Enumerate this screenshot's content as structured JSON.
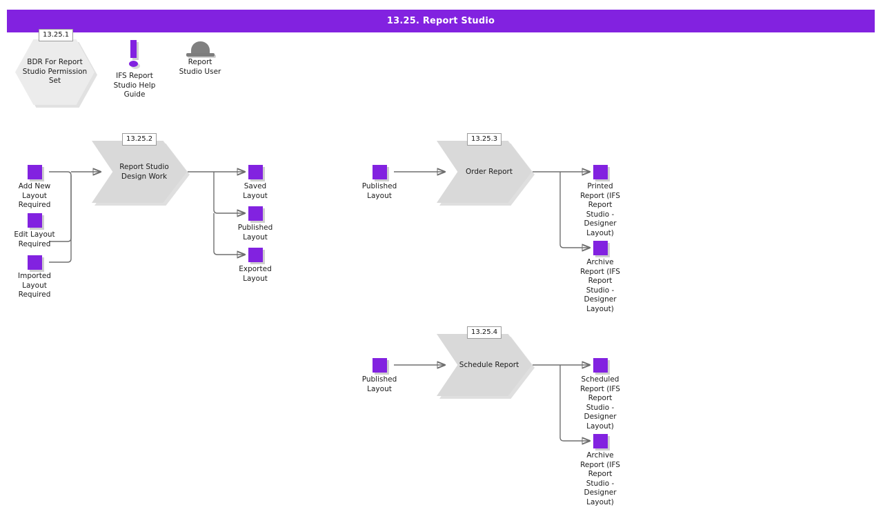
{
  "header": {
    "title": "13.25. Report Studio",
    "bg_color": "#8222e0",
    "text_color": "#ffffff"
  },
  "theme": {
    "accent_purple": "#8222e0",
    "shape_gray": "#d9d9d9",
    "hex_gray": "#ececec",
    "connector_gray": "#6e6e6e",
    "actor_gray": "#808080",
    "badge_border": "#9a9a9a"
  },
  "top_row": {
    "bdr": {
      "badge": "13.25.1",
      "label": "BDR For Report Studio Permission Set",
      "icon": "hexagon-shape"
    },
    "help_guide": {
      "label": "IFS Report\nStudio Help\nGuide",
      "icon": "exclamation-icon"
    },
    "actor": {
      "label": "Report\nStudio User",
      "icon": "actor-hat-icon"
    }
  },
  "processes": [
    {
      "id": "design-work",
      "badge": "13.25.2",
      "title": "Report Studio\nDesign Work",
      "inputs": [
        {
          "label": "Add New\nLayout\nRequired"
        },
        {
          "label": "Edit Layout\nRequired"
        },
        {
          "label": "Imported\nLayout\nRequired"
        }
      ],
      "outputs": [
        {
          "label": "Saved\nLayout"
        },
        {
          "label": "Published\nLayout"
        },
        {
          "label": "Exported\nLayout"
        }
      ]
    },
    {
      "id": "order-report",
      "badge": "13.25.3",
      "title": "Order Report",
      "inputs": [
        {
          "label": "Published\nLayout"
        }
      ],
      "outputs": [
        {
          "label": "Printed\nReport (IFS\nReport\nStudio -\nDesigner\nLayout)"
        },
        {
          "label": "Archive\nReport (IFS\nReport\nStudio -\nDesigner\nLayout)"
        }
      ]
    },
    {
      "id": "schedule-report",
      "badge": "13.25.4",
      "title": "Schedule Report",
      "inputs": [
        {
          "label": "Published\nLayout"
        }
      ],
      "outputs": [
        {
          "label": "Scheduled\nReport (IFS\nReport\nStudio -\nDesigner\nLayout)"
        },
        {
          "label": "Archive\nReport (IFS\nReport\nStudio -\nDesigner\nLayout)"
        }
      ]
    }
  ]
}
